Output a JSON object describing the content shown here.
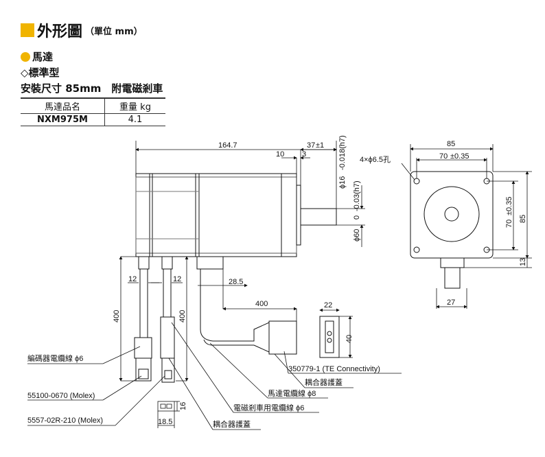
{
  "header": {
    "title": "外形圖",
    "unit": "（單位 mm）"
  },
  "section": {
    "category": "馬達",
    "type": "◇標準型",
    "install": "安裝尺寸 85mm　附電磁剎車"
  },
  "spec_table": {
    "headers": [
      "馬達品名",
      "重量 kg"
    ],
    "rows": [
      [
        "NXM975M",
        "4.1"
      ]
    ]
  },
  "colors": {
    "accent": "#f0b400"
  },
  "dims": {
    "length": "164.7",
    "shaft_len": "37",
    "shaft_tol": "±1",
    "d10": "10",
    "d3": "3",
    "shaft_dia": "ϕ16",
    "shaft_dia_tol": "-0.018(h7)",
    "pilot_dia": "ϕ60",
    "pilot_tol": "-0.03(h7)",
    "zero": "0",
    "d12a": "12",
    "d12b": "12",
    "d28_5": "28.5",
    "d400a": "400",
    "d400b": "400",
    "d400c": "400",
    "d22": "22",
    "d40": "40",
    "flange": "85",
    "bolt_pitch": "70",
    "bolt_tol": "±0.35",
    "bolt_pitch_v": "70",
    "flange_v": "85",
    "holes": "4×ϕ6.5孔",
    "d13": "13",
    "d27": "27",
    "d16": "16",
    "d18_5": "18.5"
  },
  "labels": {
    "encoder_cable": "編碼器電纜線 ϕ6",
    "molex1": "55100-0670 (Molex)",
    "molex2": "5557-02R-210 (Molex)",
    "te": "350779-1 (TE Connectivity)",
    "coupler_cover1": "耦合器護蓋",
    "motor_cable": "馬達電纜線 ϕ8",
    "brake_cable": "電磁剎車用電纜線 ϕ6",
    "coupler_cover2": "耦合器護蓋"
  }
}
